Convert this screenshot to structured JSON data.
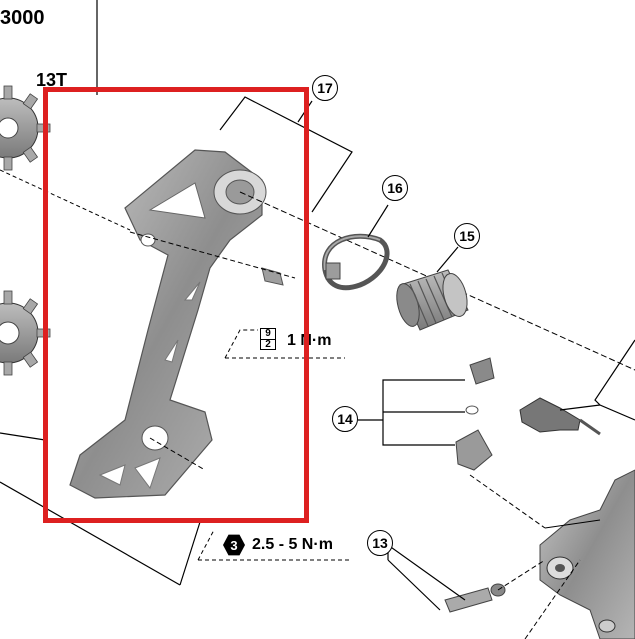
{
  "header": {
    "model_fragment": "3000",
    "teeth_label": "13T"
  },
  "callouts": [
    {
      "id": "17",
      "label": "17"
    },
    {
      "id": "16",
      "label": "16"
    },
    {
      "id": "15",
      "label": "15"
    },
    {
      "id": "14",
      "label": "14"
    },
    {
      "id": "13",
      "label": "13"
    }
  ],
  "torque_specs": {
    "upper": {
      "icon_top": "9",
      "icon_bottom": "2",
      "value": "1 N·m"
    },
    "lower": {
      "icon_number": "3",
      "value": "2.5 - 5 N·m"
    }
  },
  "highlight": {
    "color": "#dd2020"
  },
  "parts": [
    "sprocket-upper",
    "sprocket-lower",
    "inner-plate",
    "pivot-bolt",
    "fixing-band",
    "spring-bushing",
    "adjusting-bolt-set",
    "cable-adjuster",
    "derailleur-body",
    "axle-bolt"
  ]
}
